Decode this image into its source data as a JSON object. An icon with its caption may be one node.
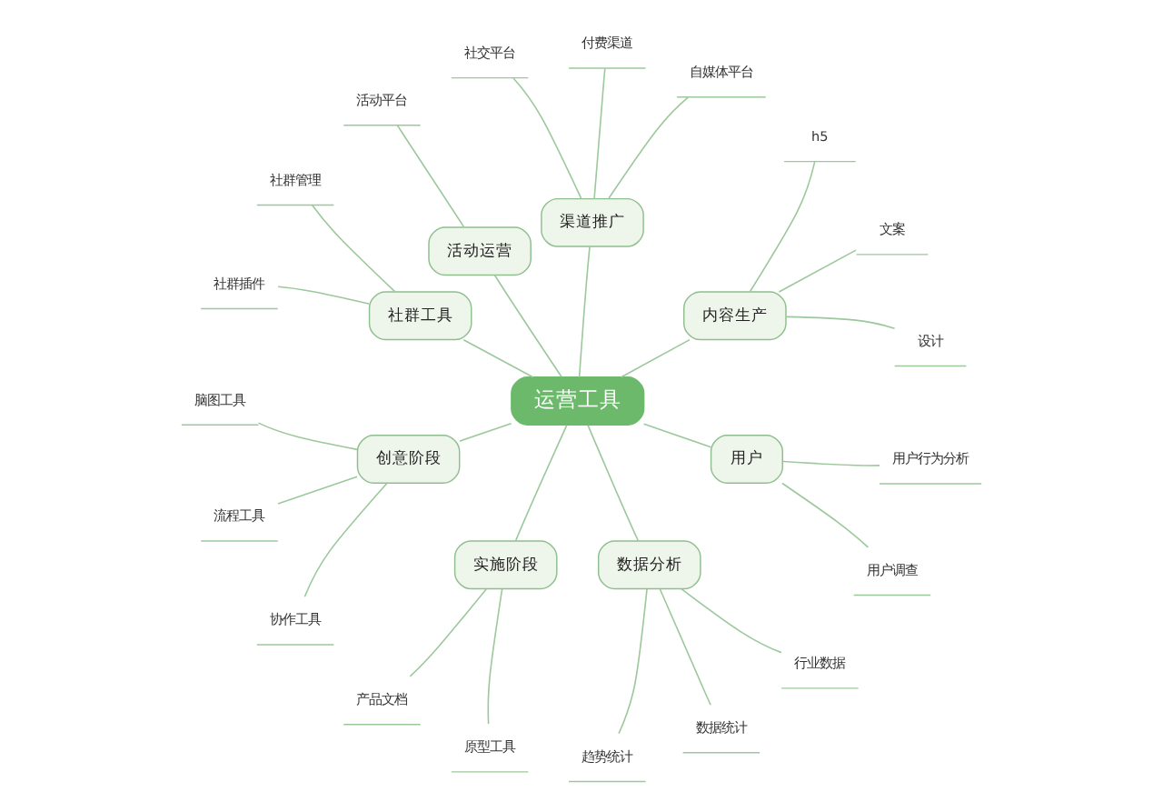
{
  "diagram": {
    "nodes": [
      {
        "text": [
          "运营工具"
        ]
      },
      {
        "text": [
          "内容生产"
        ]
      },
      {
        "text": [
          "设计"
        ]
      },
      {
        "text": [
          "文案"
        ]
      },
      {
        "text": [
          "h5"
        ]
      },
      {
        "text": [
          "渠道推广"
        ]
      },
      {
        "text": [
          "自媒体平台"
        ]
      },
      {
        "text": [
          "付费渠道"
        ]
      },
      {
        "text": [
          "社交平台"
        ]
      },
      {
        "text": [
          "活动运营"
        ]
      },
      {
        "text": [
          "活动平台"
        ]
      },
      {
        "text": [
          "社群工具"
        ]
      },
      {
        "text": [
          "社群管理"
        ]
      },
      {
        "text": [
          "社群插件"
        ]
      },
      {
        "text": [
          "创意阶段"
        ]
      },
      {
        "text": [
          "脑图工具"
        ]
      },
      {
        "text": [
          "流程工具"
        ]
      },
      {
        "text": [
          "协作工具"
        ]
      },
      {
        "text": [
          "实施阶段"
        ]
      },
      {
        "text": [
          "产品文档"
        ]
      },
      {
        "text": [
          "原型工具"
        ]
      },
      {
        "text": [
          "数据分析"
        ]
      },
      {
        "text": [
          "趋势统计"
        ]
      },
      {
        "text": [
          "数据统计"
        ]
      },
      {
        "text": [
          "行业数据"
        ]
      },
      {
        "text": [
          "用户"
        ]
      },
      {
        "text": [
          "用户调查"
        ]
      },
      {
        "text": [
          "用户行为分析"
        ]
      }
    ],
    "edges": [
      {
        "from": 0,
        "to": 1,
        "arrow": "none"
      },
      {
        "from": 1,
        "to": 2,
        "arrow": "none"
      },
      {
        "from": 1,
        "to": 3,
        "arrow": "none"
      },
      {
        "from": 1,
        "to": 4,
        "arrow": "none"
      },
      {
        "from": 0,
        "to": 5,
        "arrow": "none"
      },
      {
        "from": 5,
        "to": 6,
        "arrow": "none"
      },
      {
        "from": 5,
        "to": 7,
        "arrow": "none"
      },
      {
        "from": 5,
        "to": 8,
        "arrow": "none"
      },
      {
        "from": 0,
        "to": 9,
        "arrow": "none"
      },
      {
        "from": 9,
        "to": 10,
        "arrow": "none"
      },
      {
        "from": 0,
        "to": 11,
        "arrow": "none"
      },
      {
        "from": 11,
        "to": 12,
        "arrow": "none"
      },
      {
        "from": 11,
        "to": 13,
        "arrow": "none"
      },
      {
        "from": 0,
        "to": 14,
        "arrow": "none"
      },
      {
        "from": 14,
        "to": 15,
        "arrow": "none"
      },
      {
        "from": 14,
        "to": 16,
        "arrow": "none"
      },
      {
        "from": 14,
        "to": 17,
        "arrow": "none"
      },
      {
        "from": 0,
        "to": 18,
        "arrow": "none"
      },
      {
        "from": 18,
        "to": 19,
        "arrow": "none"
      },
      {
        "from": 18,
        "to": 20,
        "arrow": "none"
      },
      {
        "from": 0,
        "to": 21,
        "arrow": "none"
      },
      {
        "from": 21,
        "to": 22,
        "arrow": "none"
      },
      {
        "from": 21,
        "to": 23,
        "arrow": "none"
      },
      {
        "from": 21,
        "to": 24,
        "arrow": "none"
      },
      {
        "from": 0,
        "to": 25,
        "arrow": "none"
      },
      {
        "from": 25,
        "to": 26,
        "arrow": "none"
      },
      {
        "from": 25,
        "to": 27,
        "arrow": "none"
      }
    ]
  }
}
